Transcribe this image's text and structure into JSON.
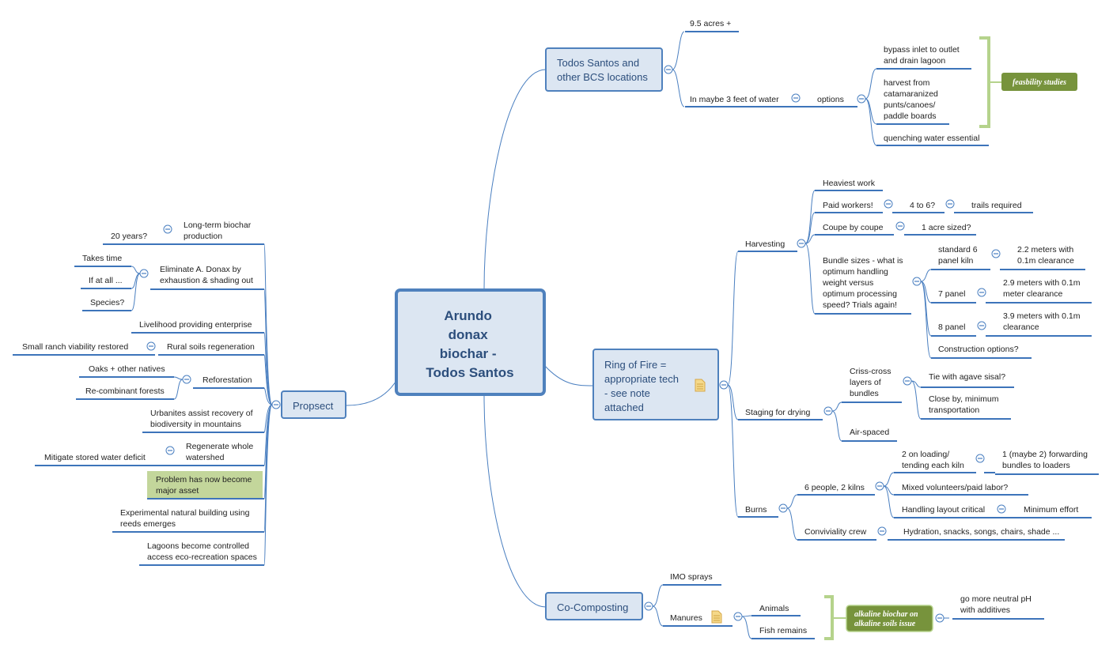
{
  "root": {
    "label": [
      "Arundo",
      "donax",
      "biochar -",
      "Todos Santos"
    ]
  },
  "topics": {
    "todos": {
      "label": [
        "Todos Santos and",
        "other BCS locations"
      ]
    },
    "ring": {
      "label": [
        "Ring of Fire =",
        "appropriate tech",
        "- see note",
        "attached"
      ],
      "note_icon": "note-icon"
    },
    "compost": {
      "label": [
        "Co-Composting"
      ]
    },
    "prospect": {
      "label": [
        "Propsect"
      ]
    }
  },
  "todos_branch": {
    "acres": [
      "9.5 acres +"
    ],
    "water": [
      "In maybe 3 feet of water"
    ],
    "options": [
      "options"
    ],
    "bypass": [
      "bypass inlet to outlet",
      "and drain lagoon"
    ],
    "harvest": [
      "harvest from",
      "catamaranized",
      "punts/canoes/",
      "paddle boards"
    ],
    "quench": [
      "quenching water essential"
    ],
    "feasibility": [
      "feasbility studies"
    ]
  },
  "ring_branch": {
    "harvesting": [
      "Harvesting"
    ],
    "heaviest": [
      "Heaviest work"
    ],
    "paid": [
      "Paid workers!"
    ],
    "four_six": [
      "4 to 6?"
    ],
    "trails": [
      "trails required"
    ],
    "coupe": [
      "Coupe by coupe"
    ],
    "acre": [
      "1 acre sized?"
    ],
    "bundle": [
      "Bundle sizes - what is",
      "optimum handling",
      "weight versus",
      "optimum processing",
      "speed? Trials again!"
    ],
    "std6": [
      "standard 6",
      "panel kiln"
    ],
    "m22": [
      "2.2 meters with",
      "0.1m clearance"
    ],
    "p7": [
      "7 panel"
    ],
    "m29": [
      "2.9 meters with 0.1m",
      "meter clearance"
    ],
    "p8": [
      "8 panel"
    ],
    "m39": [
      "3.9 meters with 0.1m",
      "clearance"
    ],
    "construction": [
      "Construction options?"
    ],
    "staging": [
      "Staging for drying"
    ],
    "crisscross": [
      "Criss-cross",
      "layers of",
      "bundles"
    ],
    "tie": [
      "Tie with agave sisal?"
    ],
    "closeby": [
      "Close by, minimum",
      "transportation"
    ],
    "airspaced": [
      "Air-spaced"
    ],
    "burns": [
      "Burns"
    ],
    "six_people": [
      "6 people, 2 kilns"
    ],
    "two_loading": [
      "2 on loading/",
      "tending each kiln"
    ],
    "forwarding": [
      "1 (maybe 2) forwarding",
      "bundles to loaders"
    ],
    "mixed": [
      "Mixed volunteers/paid labor?"
    ],
    "handling": [
      "Handling layout critical"
    ],
    "minimum": [
      "Minimum effort"
    ],
    "conviviality": [
      "Conviviality crew"
    ],
    "hydration": [
      "Hydration, snacks, songs, chairs, shade ..."
    ]
  },
  "compost_branch": {
    "imo": [
      "IMO sprays"
    ],
    "manures": [
      "Manures"
    ],
    "animals": [
      "Animals"
    ],
    "fish": [
      "Fish remains"
    ],
    "alkaline": [
      "alkaline biochar on",
      "alkaline soils issue"
    ],
    "neutral": [
      "go more neutral pH",
      "with additives"
    ]
  },
  "prospect_branch": {
    "longterm": [
      "Long-term biochar",
      "production"
    ],
    "twenty": [
      "20 years?"
    ],
    "eliminate": [
      "Eliminate A. Donax by",
      "exhaustion & shading out"
    ],
    "takes": [
      "Takes time"
    ],
    "ifatall": [
      "If at all ..."
    ],
    "species": [
      "Species?"
    ],
    "livelihood": [
      "Livelihood providing enterprise"
    ],
    "rural": [
      "Rural soils regeneration"
    ],
    "smallranch": [
      "Small ranch viability restored"
    ],
    "reforestation": [
      "Reforestation"
    ],
    "oaks": [
      "Oaks + other natives"
    ],
    "recombinant": [
      "Re-combinant forests"
    ],
    "urbanites": [
      "Urbanites assist recovery of",
      "biodiversity in mountains"
    ],
    "watershed": [
      "Regenerate whole",
      "watershed"
    ],
    "mitigate": [
      "Mitigate stored water deficit"
    ],
    "problem": [
      "Problem has now become",
      "major asset"
    ],
    "experimental": [
      "Experimental natural building using",
      "reeds emerges"
    ],
    "lagoons": [
      "Lagoons become controlled",
      "access eco-recreation spaces"
    ]
  },
  "colors": {
    "line": "#4a7fc0",
    "box_fill": "#dce6f2",
    "box_stroke": "#4f81bd",
    "callout_fill": "#77933c",
    "bracket": "#b5d38c",
    "highlight": "#c3d69b",
    "title": "#2c4e7c"
  }
}
